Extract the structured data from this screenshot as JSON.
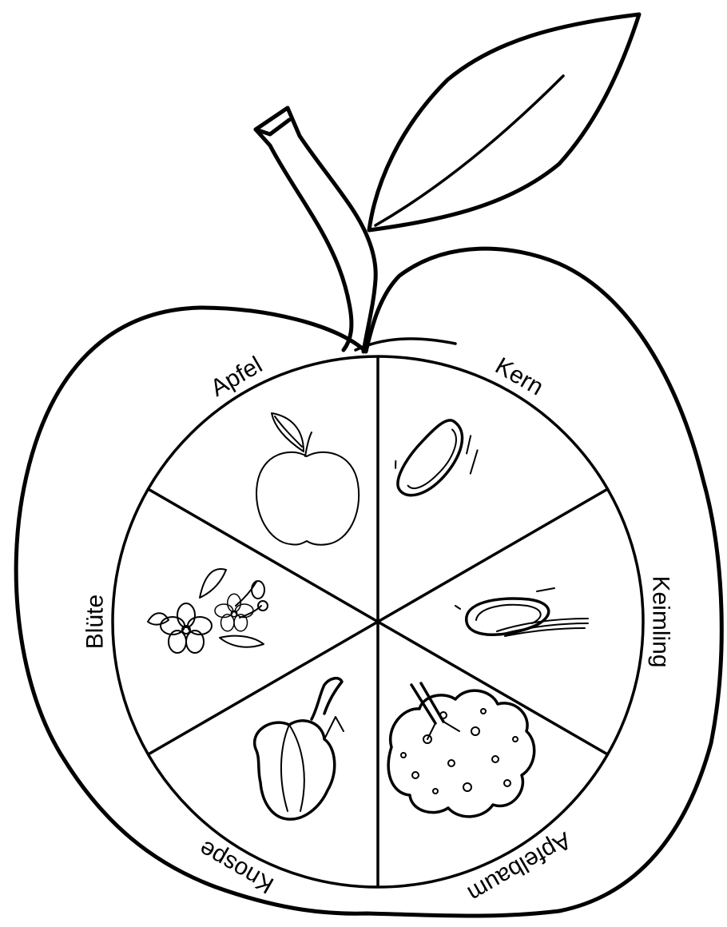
{
  "wheel": {
    "segments": [
      {
        "id": "kern",
        "label": "Kern",
        "icon": "seed-icon"
      },
      {
        "id": "keimling",
        "label": "Keimling",
        "icon": "seedling-icon"
      },
      {
        "id": "apfelbaum",
        "label": "Apfelbaum",
        "icon": "tree-icon"
      },
      {
        "id": "knospe",
        "label": "Knospe",
        "icon": "bud-icon"
      },
      {
        "id": "bluete",
        "label": "Blüte",
        "icon": "blossom-icon"
      },
      {
        "id": "apfel",
        "label": "Apfel",
        "icon": "apple-icon"
      }
    ]
  }
}
